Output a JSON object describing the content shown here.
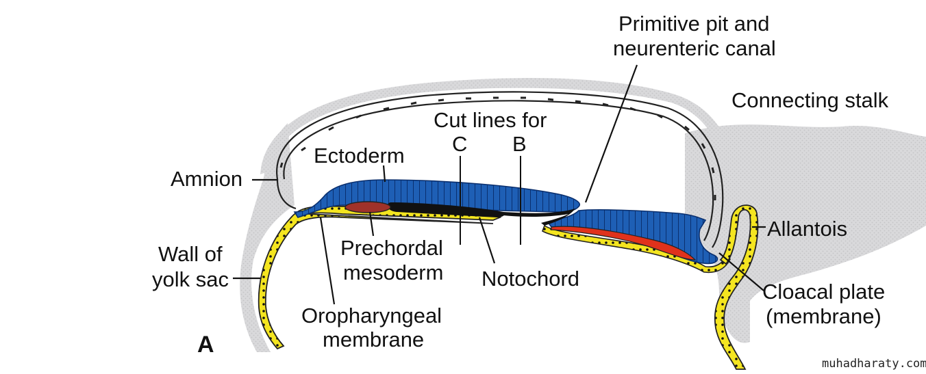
{
  "labels": {
    "primitive_pit_1": "Primitive pit and",
    "primitive_pit_2": "neurenteric canal",
    "connecting_stalk": "Connecting stalk",
    "cut_lines_1": "Cut lines for",
    "cut_c": "C",
    "cut_b": "B",
    "ectoderm": "Ectoderm",
    "amnion": "Amnion",
    "allantois": "Allantois",
    "wall_yolk_1": "Wall of",
    "wall_yolk_2": "yolk sac",
    "prechordal_1": "Prechordal",
    "prechordal_2": "mesoderm",
    "notochord": "Notochord",
    "cloacal_1": "Cloacal plate",
    "cloacal_2": "(membrane)",
    "oropharyngeal_1": "Oropharyngeal",
    "oropharyngeal_2": "membrane",
    "figure_letter": "A"
  },
  "watermark": "muhadharaty.com",
  "colors": {
    "ectoderm": "#1e5fb5",
    "endoderm_yellow": "#f4e520",
    "mesoderm_red": "#e0321c",
    "prechordal": "#a0322a",
    "notochord": "#111111",
    "stalk_gray": "#d6d6d8",
    "amnion_outline": "#222222"
  }
}
